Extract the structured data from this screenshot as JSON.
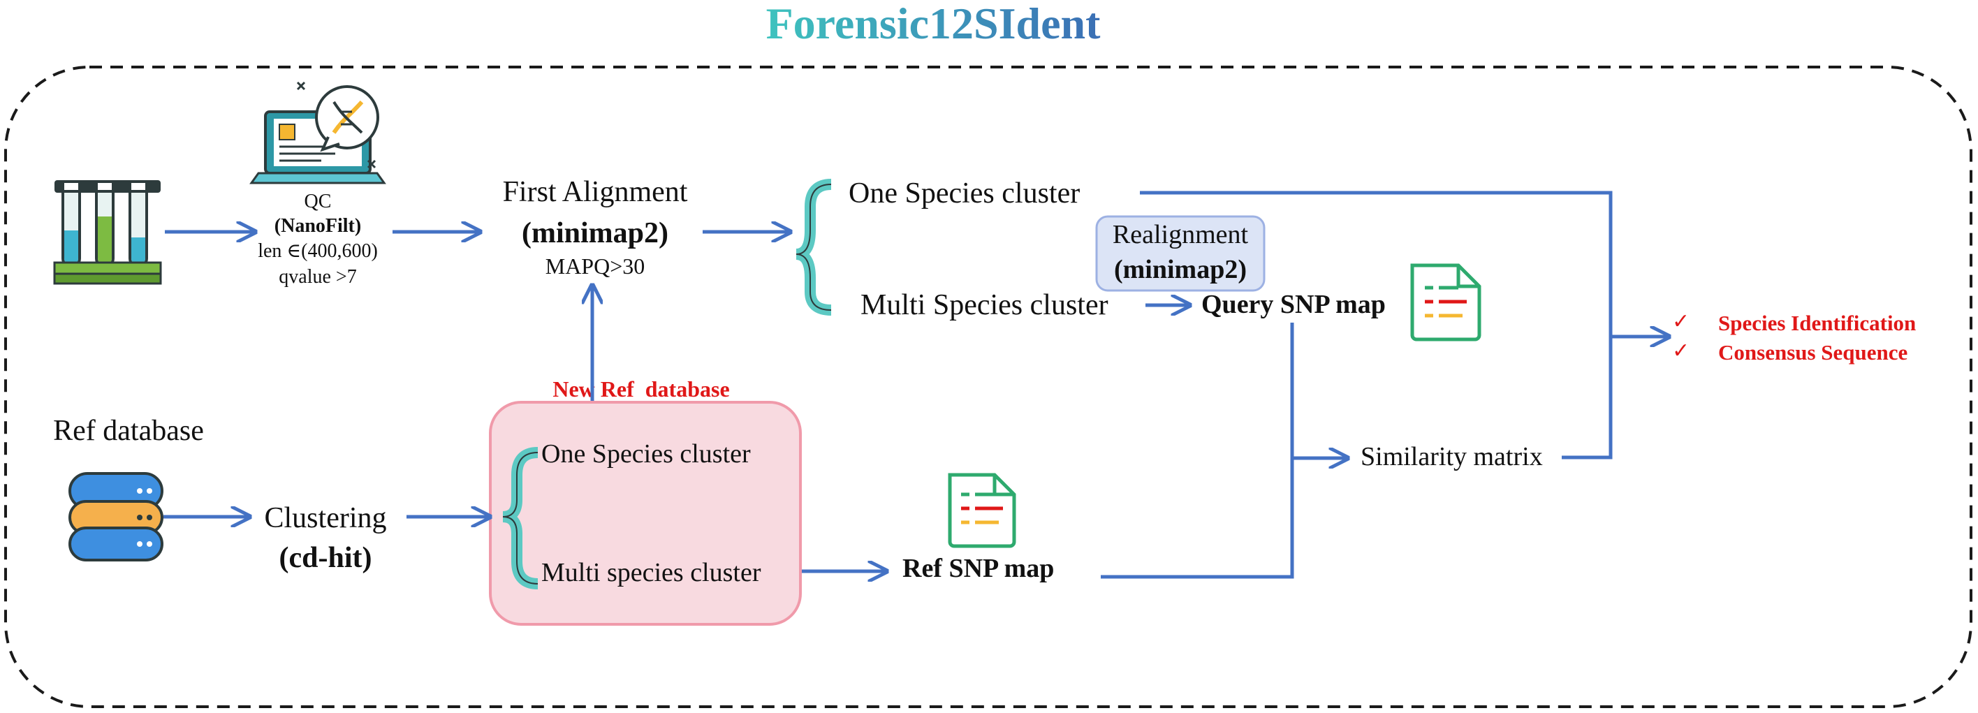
{
  "title": "Forensic12SIdent",
  "colors": {
    "title_gradient_start": "#3EC3BE",
    "title_gradient_end": "#3B6FB5",
    "arrow": "#4472C4",
    "output_red": "#E01818",
    "ref_box_fill": "#F8DAE0",
    "ref_box_stroke": "#F09AAA",
    "realign_fill": "#DCE4F6",
    "realign_stroke": "#9DB1E3",
    "brace": "#5CC9C3",
    "doc_green": "#2EAA6E"
  },
  "qc": {
    "title": "QC",
    "tool": "(NanoFilt)",
    "len": "len ∈(400,600)",
    "qvalue": "qvalue >7"
  },
  "first_alignment": {
    "title": "First Alignment",
    "tool": "(minimap2)",
    "filter": "MAPQ>30"
  },
  "clusters_top": {
    "one": "One Species cluster",
    "multi": "Multi Species cluster"
  },
  "realignment": {
    "title": "Realignment",
    "tool": "(minimap2)"
  },
  "query_snp": "Query SNP map",
  "ref_database": "Ref database",
  "clustering": {
    "title": "Clustering",
    "tool": "(cd-hit)"
  },
  "new_ref": {
    "label": "New Ref  database",
    "one": "One Species cluster",
    "multi": "Multi species cluster"
  },
  "ref_snp": "Ref SNP map",
  "similarity": "Similarity matrix",
  "outputs": {
    "check": "✓",
    "items": [
      "Species Identification",
      "Consensus Sequence"
    ]
  },
  "icons": [
    "test-tubes-icon",
    "laptop-dna-icon",
    "database-icon",
    "query-snp-doc-icon",
    "ref-snp-doc-icon"
  ]
}
